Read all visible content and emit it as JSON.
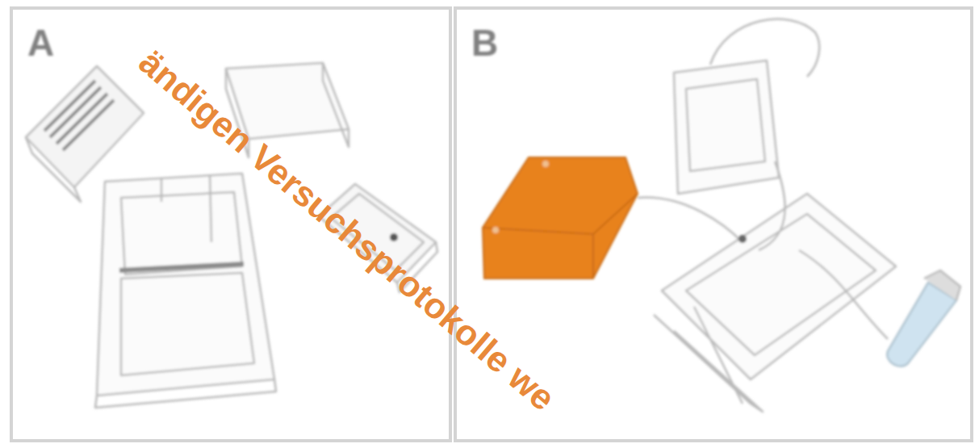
{
  "diagram": {
    "nodes": [
      {
        "text": [
          "A"
        ]
      },
      {
        "text": [
          "B"
        ]
      }
    ],
    "labels": [
      "ändigen Versuchsprotokolle we"
    ]
  }
}
